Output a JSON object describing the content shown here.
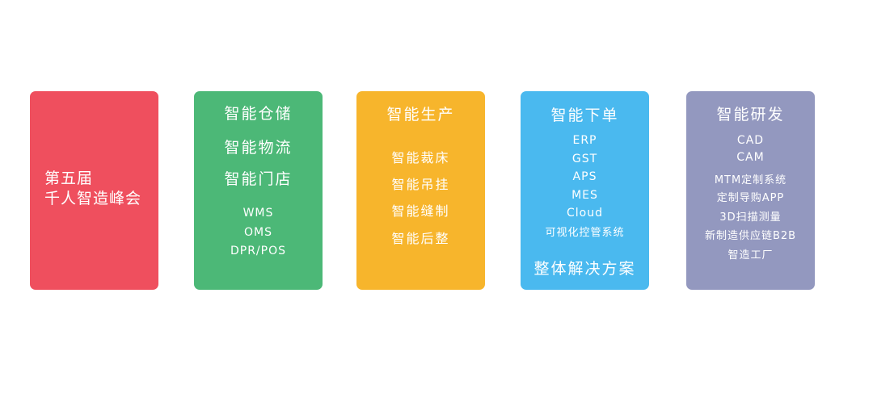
{
  "cards": [
    {
      "color": "#ef4f5e",
      "lines": [
        "第五届",
        "千人智造峰会"
      ]
    },
    {
      "color": "#4cb877",
      "headings": [
        "智能仓储",
        "智能物流",
        "智能门店"
      ],
      "items": [
        "WMS",
        "OMS",
        "DPR/POS"
      ]
    },
    {
      "color": "#f7b52c",
      "heading": "智能生产",
      "items": [
        "智能裁床",
        "智能吊挂",
        "智能缝制",
        "智能后整"
      ]
    },
    {
      "color": "#4ab9ef",
      "heading": "智能下单",
      "items": [
        "ERP",
        "GST",
        "APS",
        "MES",
        "Cloud",
        "可视化控管系统"
      ],
      "footer": "整体解决方案"
    },
    {
      "color": "#9398bf",
      "heading": "智能研发",
      "items": [
        "CAD",
        "CAM",
        "MTM定制系统",
        "定制导购APP",
        "3D扫描测量",
        "新制造供应链B2B",
        "智造工厂"
      ]
    }
  ]
}
